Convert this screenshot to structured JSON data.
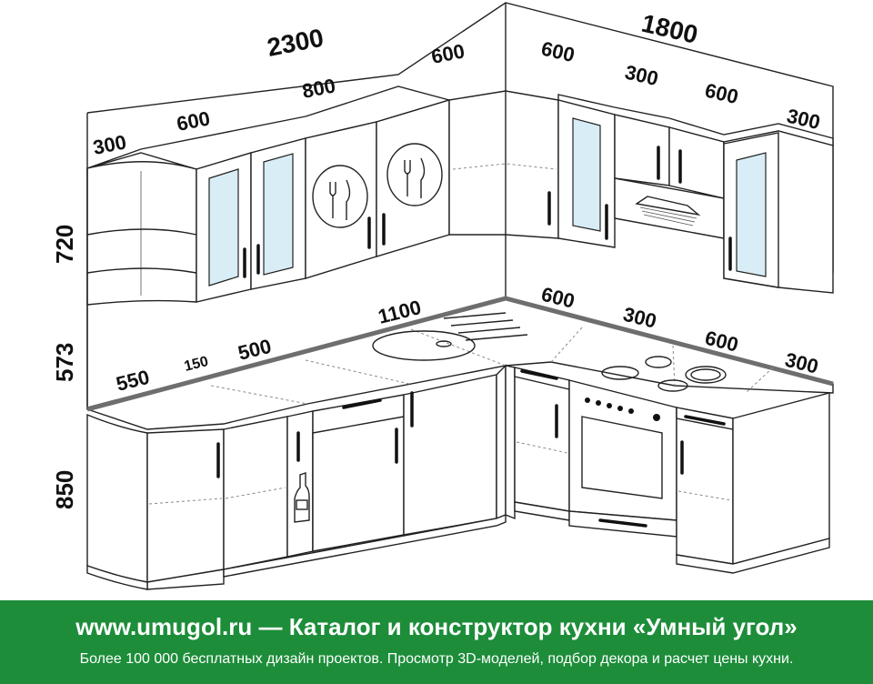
{
  "dimensions": {
    "top_left_total": "2300",
    "top_right_total": "1800",
    "upper_left": [
      "300",
      "600",
      "800",
      "600"
    ],
    "upper_right": [
      "600",
      "300",
      "600",
      "300"
    ],
    "height_upper": "720",
    "height_backsplash": "573",
    "height_base": "850",
    "base_left": [
      "550",
      "150",
      "500",
      "1100"
    ],
    "base_right": [
      "600",
      "300",
      "600",
      "300"
    ]
  },
  "banner": {
    "title": "www.umugol.ru — Каталог и конструктор кухни «Умный угол»",
    "subtitle": "Более 100 000 бесплатных дизайн проектов. Просмотр 3D-моделей, подбор декора и расчет цены кухни."
  },
  "colors": {
    "banner_bg": "#1d8d3a",
    "glass": "#d9edf7"
  }
}
